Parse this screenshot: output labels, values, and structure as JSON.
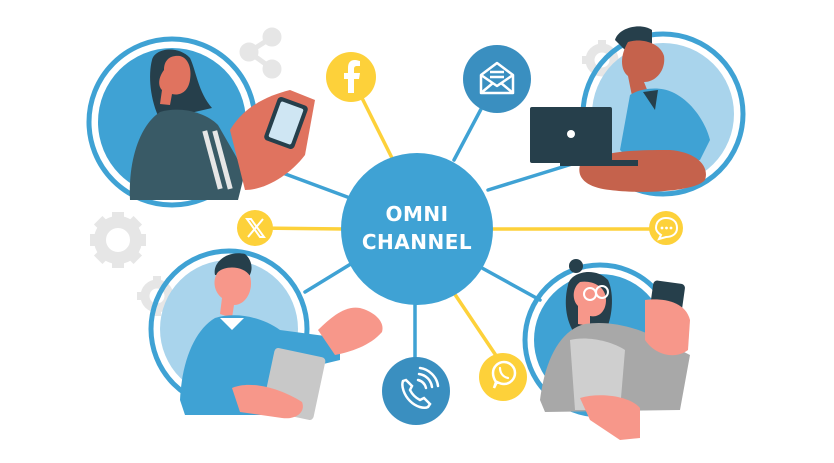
{
  "hub": {
    "line1": "OMNI",
    "line2": "CHANNEL",
    "color": "#3fa2d4"
  },
  "colors": {
    "blue": "#3fa2d4",
    "blue_dark": "#3a8fc0",
    "yellow": "#fdd13a",
    "light_blue": "#a9d4ec",
    "skin": "#e0735f",
    "skin_light": "#f7978a",
    "dark": "#263f4b",
    "gray_decor": "#e6e6e6"
  },
  "channels": [
    {
      "name": "facebook",
      "icon": "facebook-icon",
      "style": "yellow"
    },
    {
      "name": "email",
      "icon": "envelope-icon",
      "style": "blue"
    },
    {
      "name": "x-twitter",
      "icon": "x-icon",
      "style": "yellow"
    },
    {
      "name": "chat",
      "icon": "chat-bubble-icon",
      "style": "yellow"
    },
    {
      "name": "phone",
      "icon": "phone-call-icon",
      "style": "blue"
    },
    {
      "name": "whatsapp",
      "icon": "whatsapp-icon",
      "style": "yellow"
    }
  ],
  "people": [
    {
      "name": "woman-with-phone",
      "position": "top-left"
    },
    {
      "name": "man-with-laptop",
      "position": "top-right"
    },
    {
      "name": "man-with-tablet",
      "position": "bottom-left"
    },
    {
      "name": "woman-with-glasses-phone",
      "position": "bottom-right"
    }
  ],
  "decorations": [
    "share-icon",
    "gear-icon",
    "gear-icon",
    "gear-icon"
  ]
}
